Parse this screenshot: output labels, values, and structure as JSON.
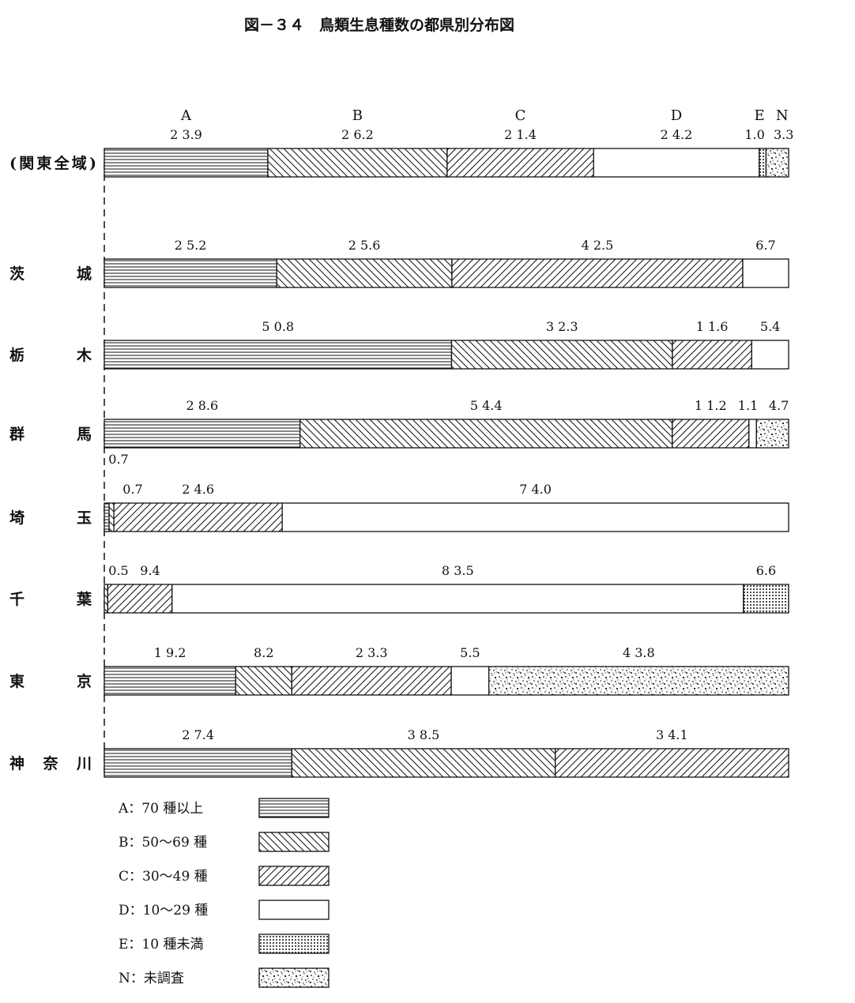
{
  "chart_data": {
    "type": "bar",
    "orientation": "horizontal-stacked-100",
    "title": "図－３４　鳥類生息種数の都県別分布図",
    "category_headers": [
      "A",
      "B",
      "C",
      "D",
      "E",
      "N"
    ],
    "rows": [
      {
        "label": "(関東全域)",
        "segments": [
          {
            "category": "A",
            "value": 23.9,
            "label": "2 3.9"
          },
          {
            "category": "B",
            "value": 26.2,
            "label": "2 6.2"
          },
          {
            "category": "C",
            "value": 21.4,
            "label": "2 1.4"
          },
          {
            "category": "D",
            "value": 24.2,
            "label": "2 4.2"
          },
          {
            "category": "E",
            "value": 1.0,
            "label": "1.0"
          },
          {
            "category": "N",
            "value": 3.3,
            "label": "3.3"
          }
        ]
      },
      {
        "label": "茨　城",
        "segments": [
          {
            "category": "A",
            "value": 25.2,
            "label": "2 5.2"
          },
          {
            "category": "B",
            "value": 25.6,
            "label": "2 5.6"
          },
          {
            "category": "C",
            "value": 42.5,
            "label": "4 2.5"
          },
          {
            "category": "D",
            "value": 6.7,
            "label": "6.7"
          }
        ]
      },
      {
        "label": "栃　木",
        "segments": [
          {
            "category": "A",
            "value": 50.8,
            "label": "5 0.8"
          },
          {
            "category": "B",
            "value": 32.3,
            "label": "3 2.3"
          },
          {
            "category": "C",
            "value": 11.6,
            "label": "1 1.6"
          },
          {
            "category": "D",
            "value": 5.4,
            "label": "5.4"
          }
        ]
      },
      {
        "label": "群　馬",
        "segments": [
          {
            "category": "A",
            "value": 28.6,
            "label": "2 8.6"
          },
          {
            "category": "B",
            "value": 54.4,
            "label": "5 4.4"
          },
          {
            "category": "C",
            "value": 11.2,
            "label": "1 1.2"
          },
          {
            "category": "D",
            "value": 1.1,
            "label": "1.1"
          },
          {
            "category": "N",
            "value": 4.7,
            "label": "4.7"
          }
        ]
      },
      {
        "label": "埼　玉",
        "segments": [
          {
            "category": "A",
            "value": 0.7,
            "label": "0.7"
          },
          {
            "category": "B",
            "value": 0.7,
            "label": "0.7"
          },
          {
            "category": "C",
            "value": 24.6,
            "label": "2 4.6"
          },
          {
            "category": "D",
            "value": 74.0,
            "label": "7 4.0"
          }
        ]
      },
      {
        "label": "千　葉",
        "segments": [
          {
            "category": "B",
            "value": 0.5,
            "label": "0.5"
          },
          {
            "category": "C",
            "value": 9.4,
            "label": "9.4"
          },
          {
            "category": "D",
            "value": 83.5,
            "label": "8 3.5"
          },
          {
            "category": "E",
            "value": 6.6,
            "label": "6.6"
          }
        ]
      },
      {
        "label": "東　京",
        "segments": [
          {
            "category": "A",
            "value": 19.2,
            "label": "1 9.2"
          },
          {
            "category": "B",
            "value": 8.2,
            "label": "8.2"
          },
          {
            "category": "C",
            "value": 23.3,
            "label": "2 3.3"
          },
          {
            "category": "D",
            "value": 5.5,
            "label": "5.5"
          },
          {
            "category": "N",
            "value": 43.8,
            "label": "4 3.8"
          }
        ]
      },
      {
        "label": "神奈川",
        "segments": [
          {
            "category": "A",
            "value": 27.4,
            "label": "2 7.4"
          },
          {
            "category": "B",
            "value": 38.5,
            "label": "3 8.5"
          },
          {
            "category": "C",
            "value": 34.1,
            "label": "3 4.1"
          }
        ]
      }
    ],
    "legend": [
      {
        "category": "A",
        "text": "A：70 種以上",
        "pattern": "horizontal-lines"
      },
      {
        "category": "B",
        "text": "B：50〜69 種",
        "pattern": "diagonal-back"
      },
      {
        "category": "C",
        "text": "C：30〜49 種",
        "pattern": "diagonal-forward"
      },
      {
        "category": "D",
        "text": "D：10〜29 種",
        "pattern": "blank"
      },
      {
        "category": "E",
        "text": "E：10 種未満",
        "pattern": "dots"
      },
      {
        "category": "N",
        "text": "N：未調査",
        "pattern": "speckle"
      }
    ],
    "legend_position": "bottom-left",
    "grid": false
  }
}
